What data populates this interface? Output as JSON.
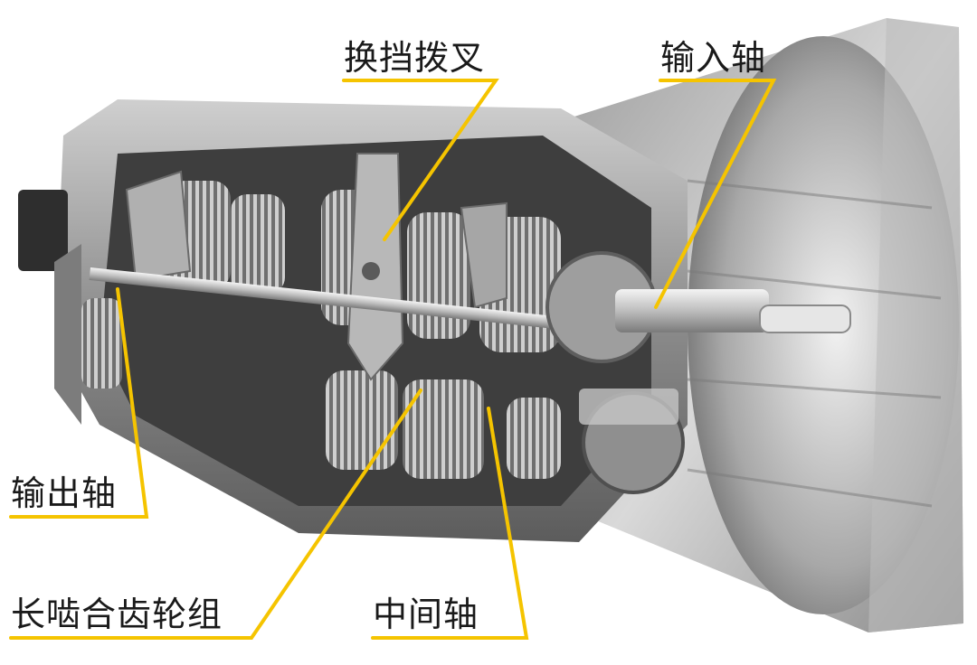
{
  "diagram": {
    "subject": "manual-transmission-cutaway",
    "accent_color": "#f5c400",
    "labels": {
      "shift_fork": "换挡拨叉",
      "input_shaft": "输入轴",
      "output_shaft": "输出轴",
      "gearset": "长啮合齿轮组",
      "countershaft": "中间轴"
    }
  }
}
